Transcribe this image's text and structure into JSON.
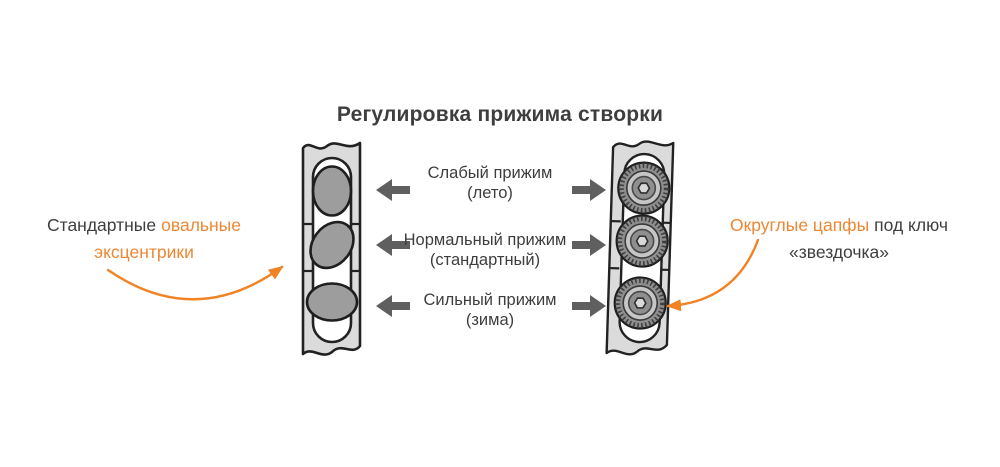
{
  "title": "Регулировка прижима створки",
  "pressure_labels": [
    {
      "id": "weak",
      "line1": "Слабый прижим",
      "line2": "(лето)"
    },
    {
      "id": "normal",
      "line1": "Нормальный прижим",
      "line2": "(стандартный)"
    },
    {
      "id": "strong",
      "line1": "Сильный прижим",
      "line2": "(зима)"
    }
  ],
  "left_annotation": {
    "line1_dark": "Стандартные",
    "line1_orange": "овальные",
    "line2_orange": "эксцентрики"
  },
  "right_annotation": {
    "line1_orange": "Округлые цапфы",
    "line1_dark": "под ключ",
    "line2_dark": "«звездочка»"
  },
  "icons": {
    "left_strip": "oval-eccentric-cam-strip",
    "right_strip": "round-star-key-pin-strip",
    "gray_arrow": "pressure-direction-arrow",
    "orange_arrow": "annotation-pointer-arrow"
  },
  "colors": {
    "text_dark": "#3E3E3E",
    "orange_text": "#ED8733",
    "orange_arrow": "#F28223",
    "gray_arrow": "#5F5F5F",
    "strip_fill": "#DBDBDB",
    "strip_outline": "#222222",
    "cam_fill": "#9D9D9D",
    "slot_fill": "#FFFFFF"
  }
}
